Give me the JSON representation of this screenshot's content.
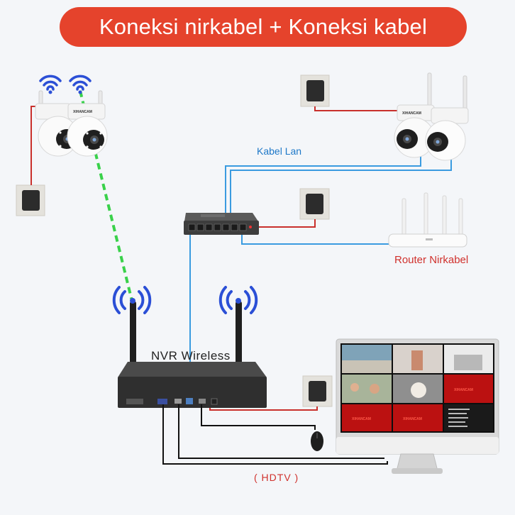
{
  "title": "Koneksi nirkabel + Koneksi kabel",
  "labels": {
    "kabel_lan": "Kabel Lan",
    "router": "Router Nirkabel",
    "nvr": "NVR Wireless",
    "hdtv": "( HDTV )"
  },
  "brand": "XIHANCAM",
  "colors": {
    "title_bg": "#e5432c",
    "lan_cable": "#3a9be0",
    "power_cable": "#c9302c",
    "wireless_link": "#39d14a",
    "wifi_signal": "#2b4fd6",
    "video_cable": "#111111"
  }
}
